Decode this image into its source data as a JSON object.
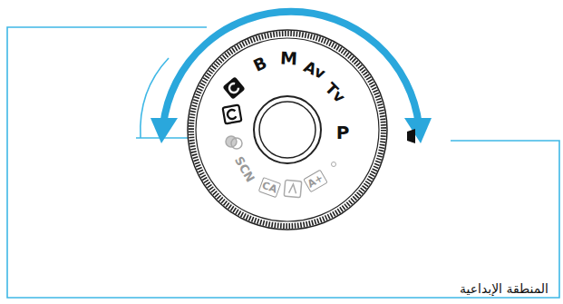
{
  "diagram": {
    "labels": [
      "P",
      "Tv",
      "Av",
      "M",
      "B",
      "SCN",
      "CA",
      "A+",
      "المنطقة الإبداعية"
    ]
  }
}
